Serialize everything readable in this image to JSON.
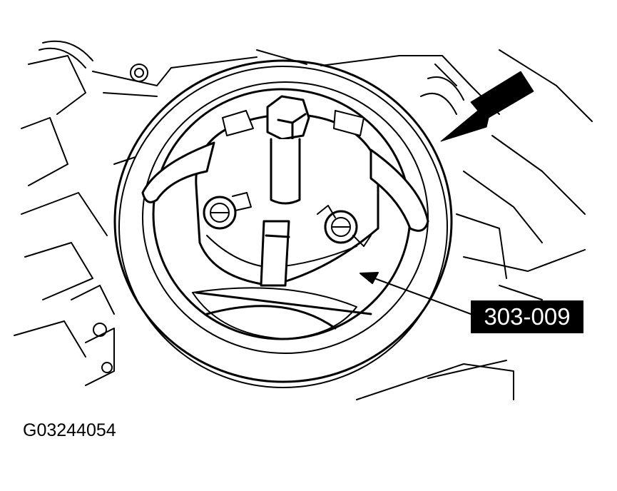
{
  "figure": {
    "id": "G03244054",
    "callouts": [
      {
        "label": "303-009",
        "description": "special tool pointer to holding tool on pulley"
      }
    ],
    "arrows": [
      {
        "type": "large-black-arrow",
        "direction": "down-left",
        "position": "upper-right"
      },
      {
        "type": "leader-arrow",
        "from": "303-009 label",
        "to": "holding tool"
      }
    ]
  },
  "colors": {
    "line": "#000000",
    "background": "#ffffff",
    "label_bg": "#000000",
    "label_text": "#ffffff"
  }
}
